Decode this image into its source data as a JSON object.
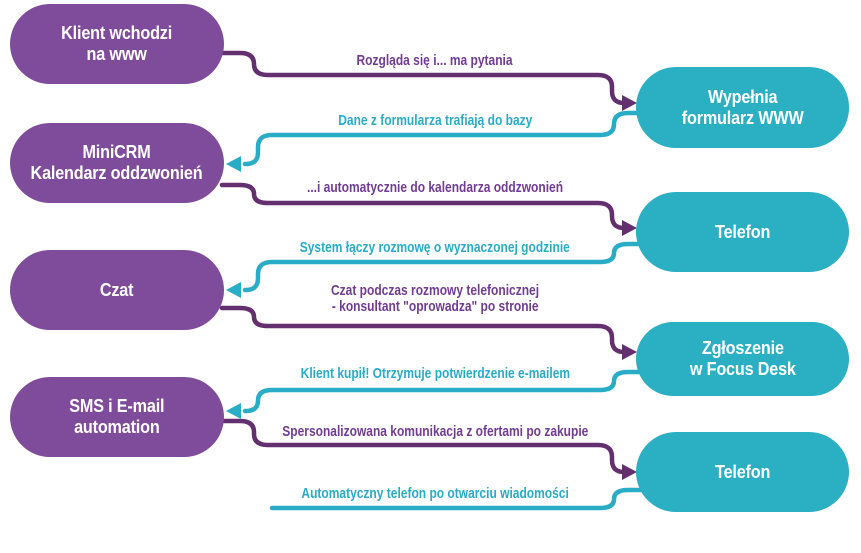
{
  "palette": {
    "background": "#FFFFFF",
    "purple_fill": "#7F4B9B",
    "purple_line": "#642F6E",
    "purple_label": "#713C92",
    "teal_fill": "#2BAFC3",
    "teal_line": "#29ACC6",
    "teal_label": "#29ACC6",
    "pill_text": "#FFFFFF"
  },
  "left_pills": [
    {
      "line1": "Klient wchodzi",
      "line2": "na www"
    },
    {
      "line1": "MiniCRM",
      "line2": "Kalendarz oddzwonień"
    },
    {
      "line1": "Czat",
      "line2": ""
    },
    {
      "line1": "SMS i E-mail",
      "line2": "automation"
    }
  ],
  "right_pills": [
    {
      "line1": "Wypełnia",
      "line2": "formularz WWW"
    },
    {
      "line1": "Telefon",
      "line2": ""
    },
    {
      "line1": "Zgłoszenie",
      "line2": "w Focus Desk"
    },
    {
      "line1": "Telefon",
      "line2": ""
    }
  ],
  "connector_labels": [
    {
      "text": "Rozgląda się i... ma pytania",
      "color": "purple",
      "direction": "left-to-right"
    },
    {
      "text": "Dane z formularza trafiają do bazy",
      "color": "teal",
      "direction": "right-to-left"
    },
    {
      "text": "...i automatycznie do kalendarza oddzwonień",
      "color": "purple",
      "direction": "left-to-right"
    },
    {
      "text": "System łączy rozmowę o wyznaczonej godzinie",
      "color": "teal",
      "direction": "right-to-left"
    },
    {
      "text_line1": "Czat podczas rozmowy telefonicznej",
      "text_line2": "- konsultant \"oprowadza\" po stronie",
      "color": "purple",
      "direction": "left-to-right"
    },
    {
      "text": "Klient kupił! Otrzymuje potwierdzenie e-mailem",
      "color": "teal",
      "direction": "right-to-left"
    },
    {
      "text": "Spersonalizowana komunikacja z ofertami po zakupie",
      "color": "purple",
      "direction": "left-to-right"
    },
    {
      "text": "Automatyczny telefon po otwarciu wiadomości",
      "color": "teal",
      "direction": "right-to-left"
    }
  ]
}
